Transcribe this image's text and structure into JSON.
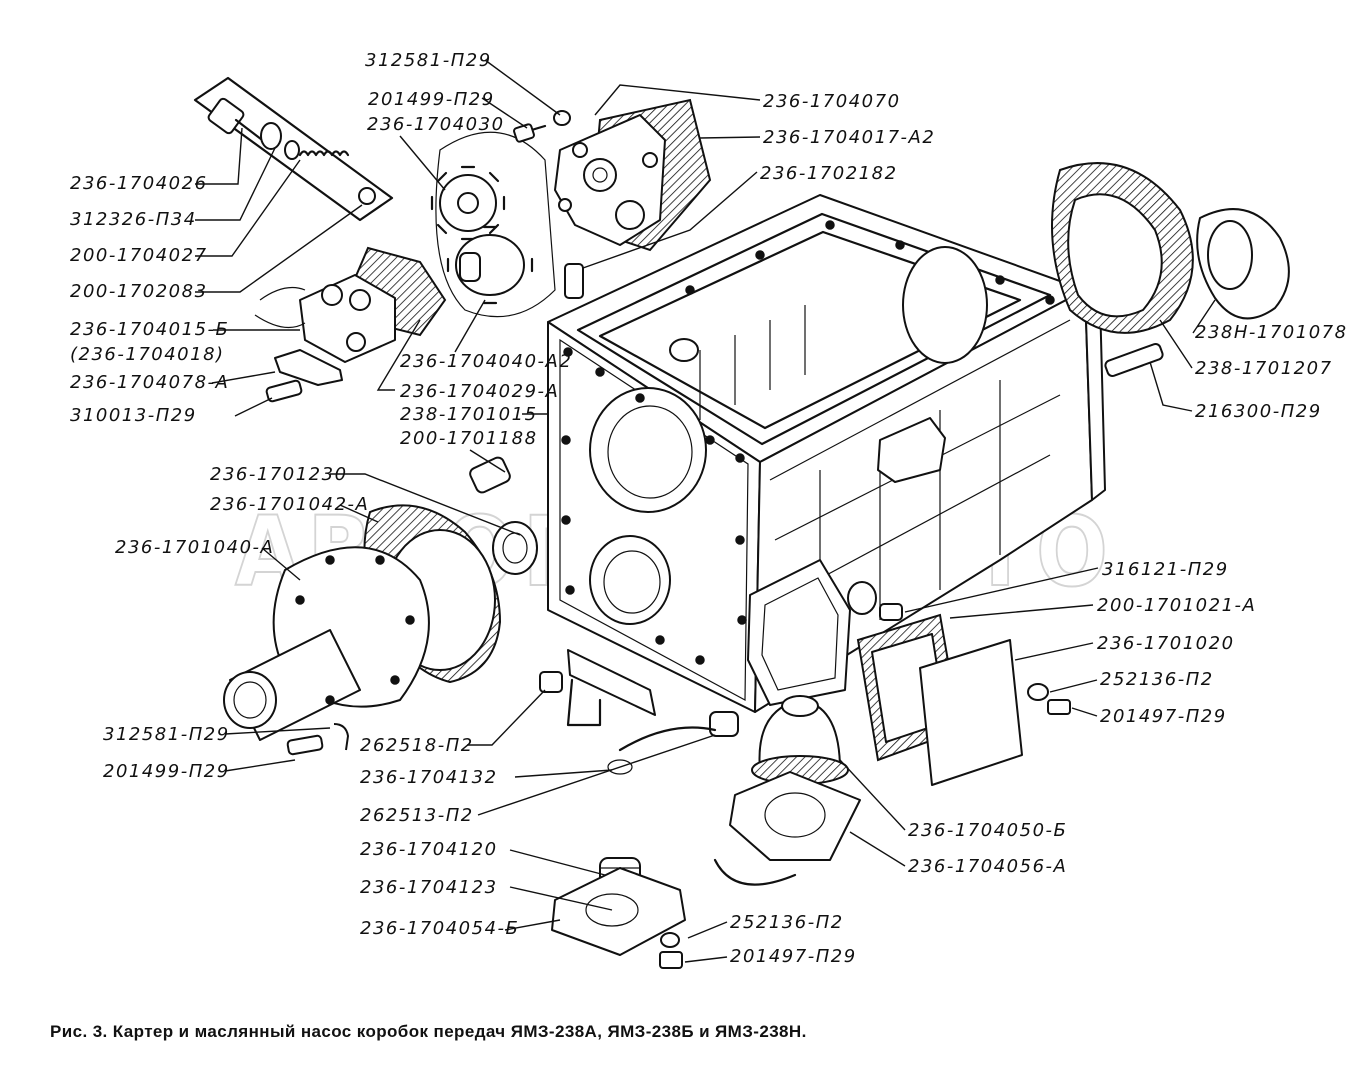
{
  "watermark": "АВТОПИЛЬАВТО",
  "caption": "Рис. 3. Картер и маслянный насос коробок передач ЯМЗ-238А, ЯМЗ-238Б и ЯМЗ-238Н.",
  "labels": [
    {
      "id": "l01",
      "text": "312581-П29"
    },
    {
      "id": "l02",
      "text": "201499-П29"
    },
    {
      "id": "l03",
      "text": "236-1704030"
    },
    {
      "id": "l04",
      "text": "236-1704070"
    },
    {
      "id": "l05",
      "text": "236-1704017-А2"
    },
    {
      "id": "l06",
      "text": "236-1702182"
    },
    {
      "id": "l07",
      "text": "236-1704026"
    },
    {
      "id": "l08",
      "text": "312326-П34"
    },
    {
      "id": "l09",
      "text": "200-1704027"
    },
    {
      "id": "l10",
      "text": "200-1702083"
    },
    {
      "id": "l11",
      "text": "236-1704015-Б"
    },
    {
      "id": "l12",
      "text": "(236-1704018)"
    },
    {
      "id": "l13",
      "text": "236-1704078-А"
    },
    {
      "id": "l14",
      "text": "310013-П29"
    },
    {
      "id": "l15",
      "text": "236-1704040-А2"
    },
    {
      "id": "l16",
      "text": "236-1704029-А"
    },
    {
      "id": "l17",
      "text": "238-1701015"
    },
    {
      "id": "l18",
      "text": "200-1701188"
    },
    {
      "id": "l19",
      "text": "236-1701230"
    },
    {
      "id": "l20",
      "text": "236-1701042-А"
    },
    {
      "id": "l21",
      "text": "236-1701040-А"
    },
    {
      "id": "l22",
      "text": "238Н-1701078"
    },
    {
      "id": "l23",
      "text": "238-1701207"
    },
    {
      "id": "l24",
      "text": "216300-П29"
    },
    {
      "id": "l25",
      "text": "316121-П29"
    },
    {
      "id": "l26",
      "text": "200-1701021-А"
    },
    {
      "id": "l27",
      "text": "236-1701020"
    },
    {
      "id": "l28",
      "text": "252136-П2"
    },
    {
      "id": "l29",
      "text": "201497-П29"
    },
    {
      "id": "l30",
      "text": "312581-П29"
    },
    {
      "id": "l31",
      "text": "201499-П29"
    },
    {
      "id": "l32",
      "text": "262518-П2"
    },
    {
      "id": "l33",
      "text": "236-1704132"
    },
    {
      "id": "l34",
      "text": "262513-П2"
    },
    {
      "id": "l35",
      "text": "236-1704120"
    },
    {
      "id": "l36",
      "text": "236-1704123"
    },
    {
      "id": "l37",
      "text": "236-1704054-Б"
    },
    {
      "id": "l38",
      "text": "236-1704050-Б"
    },
    {
      "id": "l39",
      "text": "236-1704056-А"
    },
    {
      "id": "l40",
      "text": "252136-П2"
    },
    {
      "id": "l41",
      "text": "201497-П29"
    }
  ]
}
